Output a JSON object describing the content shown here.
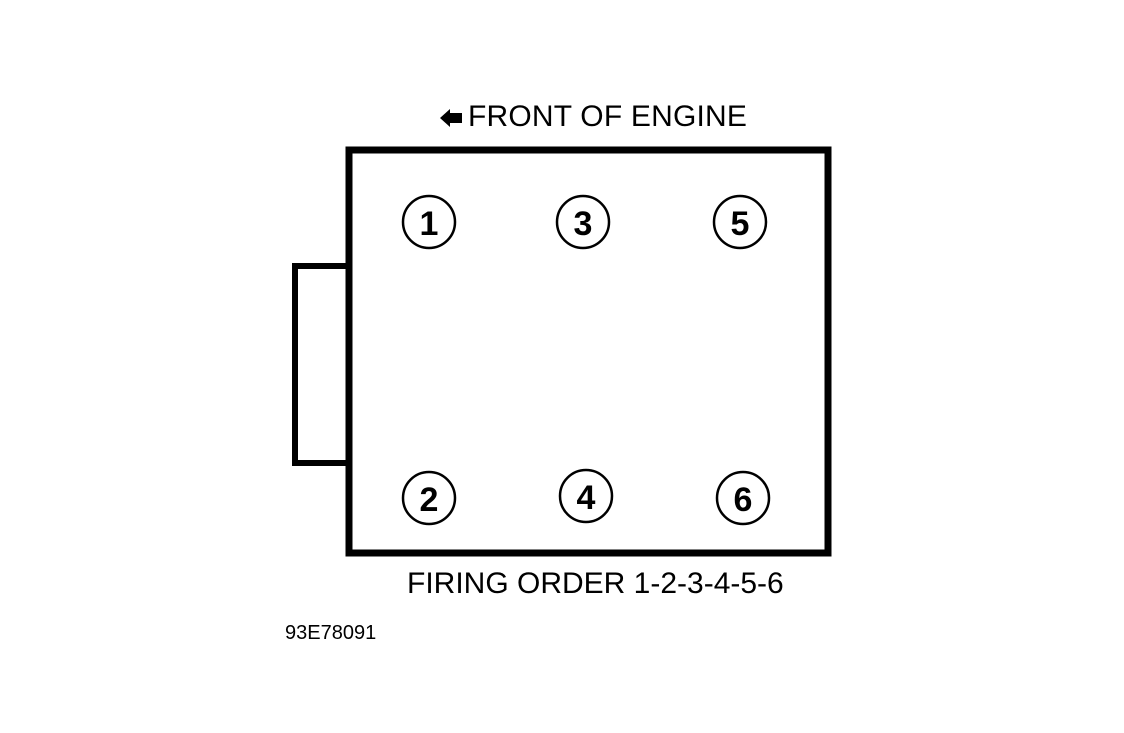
{
  "front_label": "FRONT OF ENGINE",
  "firing_order_label": "FIRING ORDER 1-2-3-4-5-6",
  "figure_id": "93E78091",
  "cylinders": [
    {
      "id": "cyl-1",
      "label": "1"
    },
    {
      "id": "cyl-3",
      "label": "3"
    },
    {
      "id": "cyl-5",
      "label": "5"
    },
    {
      "id": "cyl-2",
      "label": "2"
    },
    {
      "id": "cyl-4",
      "label": "4"
    },
    {
      "id": "cyl-6",
      "label": "6"
    }
  ],
  "colors": {
    "line": "#000000",
    "background": "#ffffff"
  }
}
